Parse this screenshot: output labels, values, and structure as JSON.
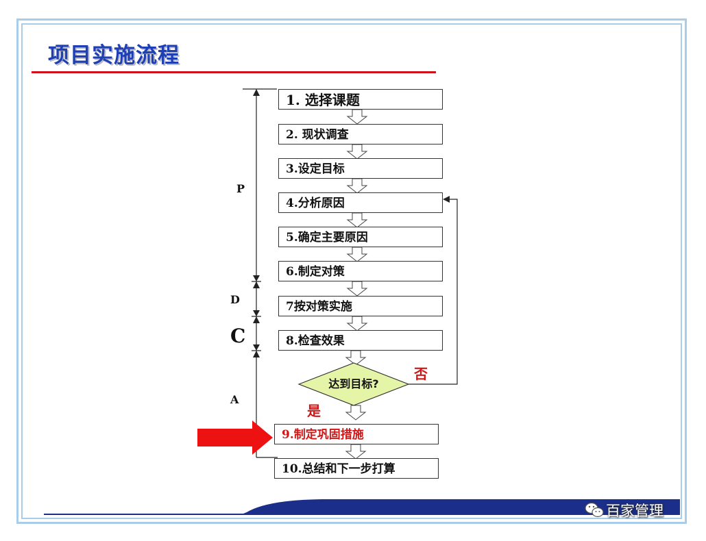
{
  "title": "项目实施流程",
  "steps": [
    "1. 选择课题",
    "2. 现状调查",
    "3.设定目标",
    "4.分析原因",
    "5.确定主要原因",
    "6.制定对策",
    "7按对策实施",
    "8.检查效果",
    "9.制定巩固措施",
    "10.总结和下一步打算"
  ],
  "decision": "达到目标?",
  "no_label": "否",
  "yes_label": "是",
  "phases": [
    "P",
    "D",
    "C",
    "A"
  ],
  "brand": {
    "name": "百家管理",
    "icon": "wechat-icon"
  },
  "colors": {
    "title": "#1f3fb4",
    "accent_red": "#d01616",
    "frame": "#a9cde8",
    "decision_fill": "#e4f5a8",
    "footer_band": "#1a2e8a"
  }
}
